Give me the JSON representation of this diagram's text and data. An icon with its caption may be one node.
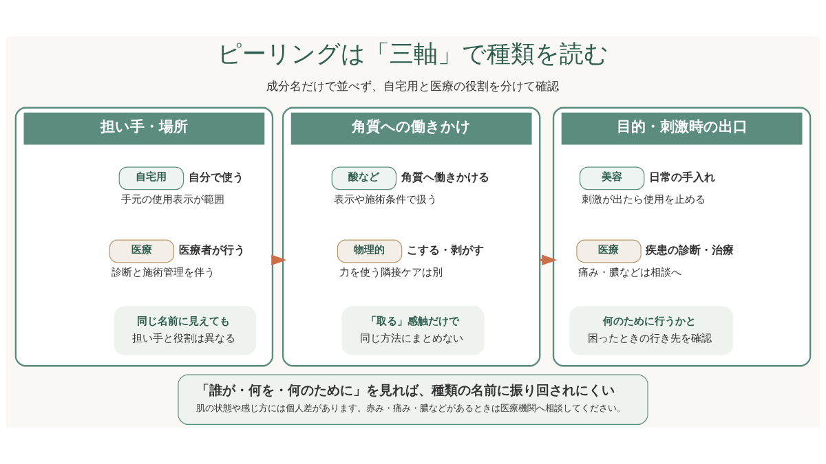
{
  "diagram": {
    "title": "ピーリングは「三軸」で種類を読む",
    "nodes": [
      {
        "text": [
          "担い手・場所"
        ]
      },
      {
        "text": [
          "自宅用"
        ],
        "in": 0,
        "beside": [
          "自分で使う",
          "手元の使用表示が範囲"
        ]
      },
      {
        "text": [
          "医療"
        ],
        "in": 0,
        "beside": [
          "医療者が行う",
          "診断と施術管理を伴う"
        ]
      },
      {
        "text": [
          "同じ名前に見えても",
          "担い手と役割は異なる"
        ],
        "in": 0
      },
      {
        "text": [
          "角質への働きかけ"
        ]
      },
      {
        "text": [
          "酸など"
        ],
        "in": 4,
        "beside": [
          "角質へ働きかける",
          "表示や施術条件で扱う"
        ]
      },
      {
        "text": [
          "物理的"
        ],
        "in": 4,
        "beside": [
          "こする・剥がす",
          "力を使う隣接ケアは別"
        ]
      },
      {
        "text": [
          "「取る」感触だけで",
          "同じ方法にまとめない"
        ],
        "in": 4
      },
      {
        "text": [
          "目的・刺激時の出口"
        ]
      },
      {
        "text": [
          "美容"
        ],
        "in": 8,
        "beside": [
          "日常の手入れ",
          "刺激が出たら使用を止める"
        ]
      },
      {
        "text": [
          "医療"
        ],
        "in": 8,
        "beside": [
          "疾患の診断・治療",
          "痛み・膿などは相談へ"
        ]
      },
      {
        "text": [
          "何のために行うかと",
          "困ったときの行き先を確認"
        ],
        "in": 8
      },
      {
        "text": [
          "「誰が・何を・何のために」を見れば、種類の名前に振り回されにくい",
          "肌の状態や感じ方には個人差があります。赤み・痛み・膿などがあるときは医療機関へ相談してください。"
        ]
      }
    ],
    "edges": [
      {
        "from": 0,
        "to": 4,
        "arrow": "to"
      },
      {
        "from": 4,
        "to": 8,
        "arrow": "to"
      }
    ],
    "labels": [
      "成分名だけで並べず、自宅用と医療の役割を分けて確認"
    ]
  }
}
